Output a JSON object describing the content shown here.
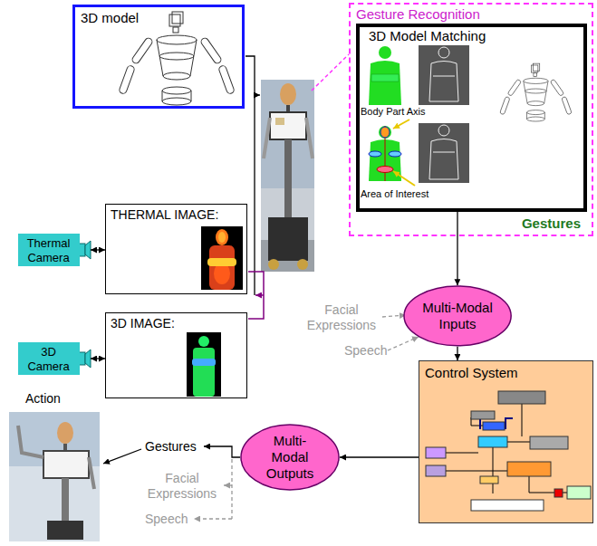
{
  "diagram": {
    "nodes": [
      {
        "text": [
          "3D model"
        ]
      },
      {
        "text": [
          "Thermal Camera"
        ]
      },
      {
        "text": [
          "THERMAL IMAGE:"
        ]
      },
      {
        "text": [
          "3D Camera"
        ]
      },
      {
        "text": [
          "3D IMAGE:"
        ]
      },
      {
        "text": [
          "Gesture Recognition",
          "Gestures"
        ]
      },
      {
        "text": [
          "3D Model Matching"
        ],
        "in": 5
      },
      {
        "text": [
          "Multi-Modal Inputs"
        ]
      },
      {
        "text": [
          "Control System"
        ]
      },
      {
        "text": [
          "Multi-Modal Outputs"
        ]
      }
    ],
    "edges": [
      {
        "from": 1,
        "to": 2,
        "arrow": "both"
      },
      {
        "from": 3,
        "to": 4,
        "arrow": "both"
      },
      {
        "from": 6,
        "to": 7,
        "arrow": "to"
      },
      {
        "from": 7,
        "to": 8,
        "arrow": "to"
      },
      {
        "from": 8,
        "to": 9,
        "arrow": "to"
      }
    ],
    "labels": [
      "Body Part Axis",
      "Area of Interest",
      "Facial Expressions",
      "Speech",
      "Gestures",
      "Facial Expressions",
      "Speech",
      "Action"
    ]
  }
}
